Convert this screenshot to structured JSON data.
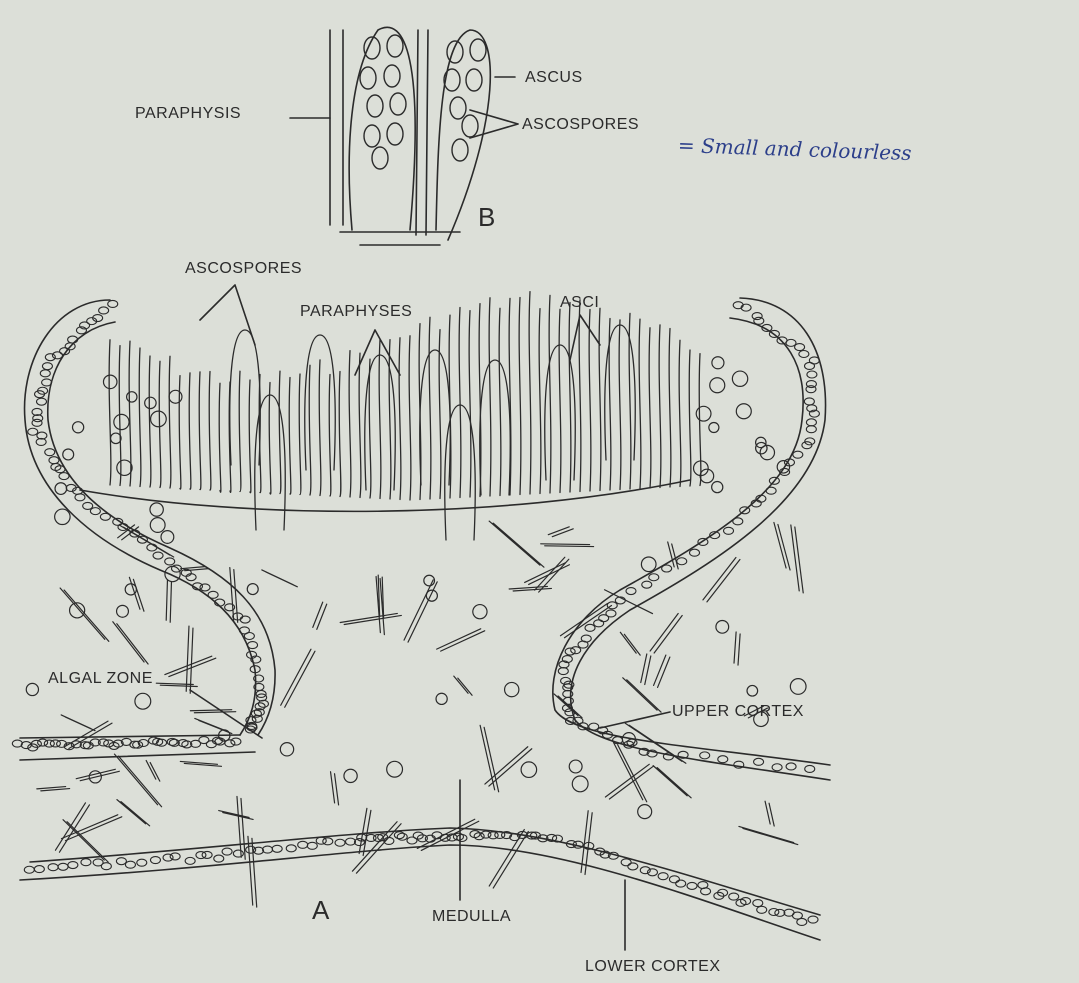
{
  "labels": {
    "paraphysis": "PARAPHYSIS",
    "ascus": "ASCUS",
    "ascospores_b": "ASCOSPORES",
    "panel_b": "B",
    "ascospores_a": "ASCOSPORES",
    "paraphyses": "PARAPHYSES",
    "asci": "ASCI",
    "algal_zone": "ALGAL ZONE",
    "upper_cortex": "UPPER CORTEX",
    "panel_a": "A",
    "medulla": "MEDULLA",
    "lower_cortex": "LOWER CORTEX"
  },
  "annotation": {
    "handwritten_note": "= Small and colourless"
  },
  "colors": {
    "paper": "#dcdfd8",
    "ink": "#2b2b2b",
    "pen": "#2c3f8a"
  }
}
